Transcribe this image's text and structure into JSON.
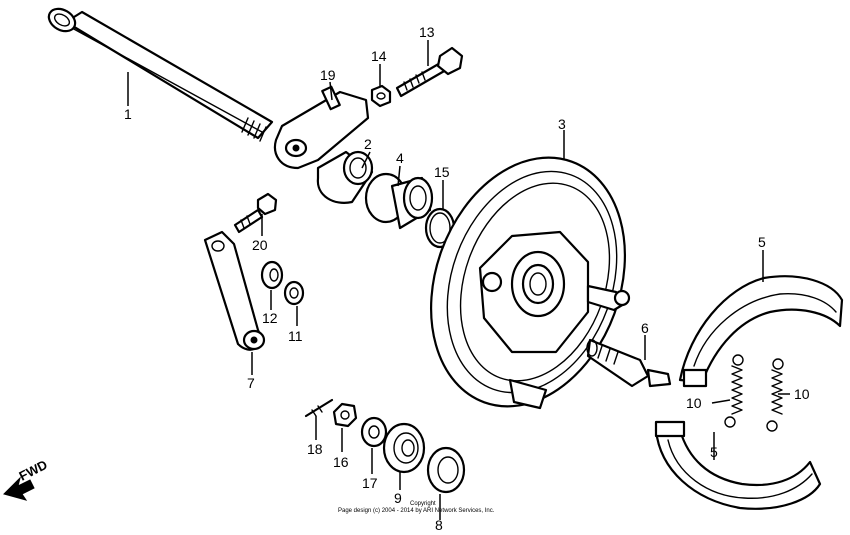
{
  "callouts": [
    {
      "id": "1",
      "label": "1"
    },
    {
      "id": "2",
      "label": "2"
    },
    {
      "id": "3",
      "label": "3"
    },
    {
      "id": "4",
      "label": "4"
    },
    {
      "id": "5a",
      "label": "5"
    },
    {
      "id": "5b",
      "label": "5"
    },
    {
      "id": "6",
      "label": "6"
    },
    {
      "id": "7",
      "label": "7"
    },
    {
      "id": "8",
      "label": "8"
    },
    {
      "id": "9",
      "label": "9"
    },
    {
      "id": "10a",
      "label": "10"
    },
    {
      "id": "10b",
      "label": "10"
    },
    {
      "id": "11",
      "label": "11"
    },
    {
      "id": "12",
      "label": "12"
    },
    {
      "id": "13",
      "label": "13"
    },
    {
      "id": "14",
      "label": "14"
    },
    {
      "id": "15",
      "label": "15"
    },
    {
      "id": "16",
      "label": "16"
    },
    {
      "id": "17",
      "label": "17"
    },
    {
      "id": "18",
      "label": "18"
    },
    {
      "id": "19",
      "label": "19"
    },
    {
      "id": "20",
      "label": "20"
    }
  ],
  "direction": {
    "label": "FWD"
  },
  "copyright": {
    "line1": "Copyright",
    "line2": "Page design (c) 2004 - 2014 by ARI Network Services, Inc."
  }
}
